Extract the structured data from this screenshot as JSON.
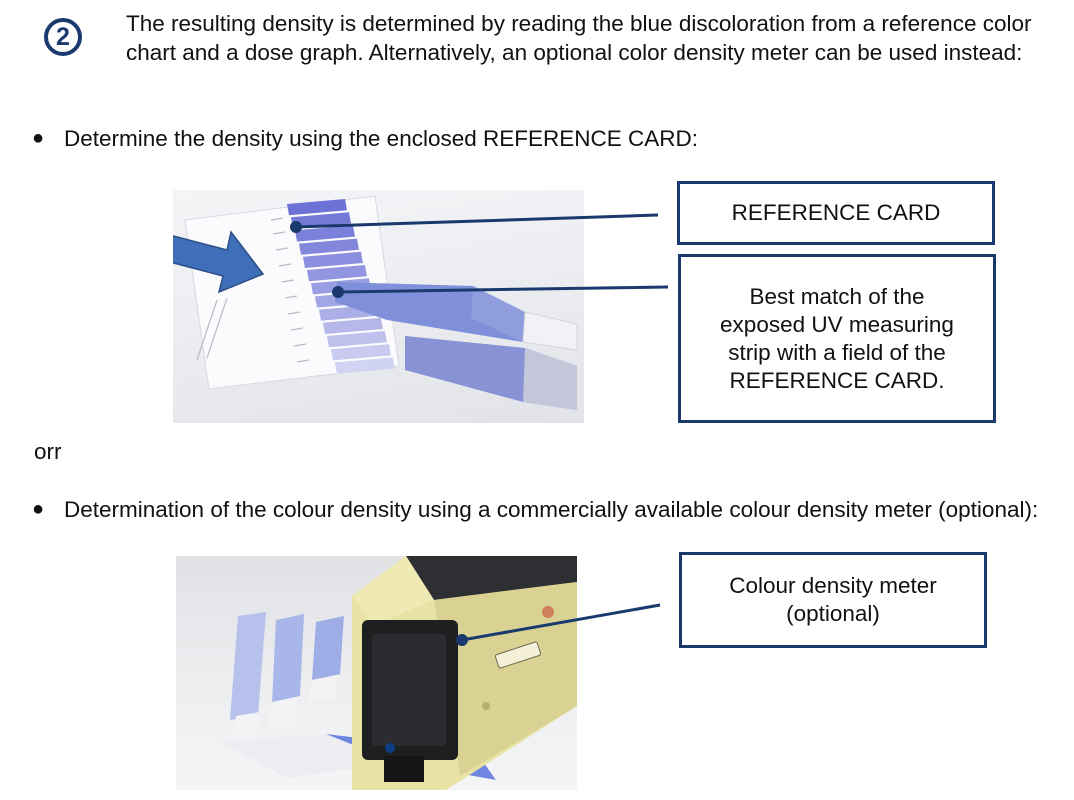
{
  "step": {
    "number": "2"
  },
  "intro_text": "The resulting density is determined by reading the blue discoloration from a reference color chart and a dose graph. Alternatively, an optional color density meter can be used instead:",
  "bullets": [
    {
      "text": "Determine the density using the enclosed REFERENCE CARD:"
    },
    {
      "text": "Determination of the colour density using a commercially available colour density meter (optional):"
    }
  ],
  "separator_text": "orr",
  "callouts": [
    {
      "text": "REFERENCE CARD"
    },
    {
      "text": "Best match of the\nexposed UV measuring\nstrip with a field of the\nREFERENCE CARD."
    },
    {
      "text": "Colour density meter\n(optional)"
    }
  ],
  "reference_card_fields": [
    {
      "color": "#6d72d6"
    },
    {
      "color": "#7479d8"
    },
    {
      "color": "#7b80da"
    },
    {
      "color": "#8387dc"
    },
    {
      "color": "#8a8ede"
    },
    {
      "color": "#9296e0"
    },
    {
      "color": "#9a9ee2"
    },
    {
      "color": "#a3a6e4"
    },
    {
      "color": "#acafe7"
    },
    {
      "color": "#b5b8e9"
    },
    {
      "color": "#bec1ec"
    },
    {
      "color": "#c8caef"
    },
    {
      "color": "#d1d3f2"
    }
  ],
  "colors": {
    "accent_navy": "#1a3a6e",
    "arrow_blue": "#3e6fb8",
    "strip_blue": "#7f8fd9",
    "meter_body": "#e8e2a4"
  }
}
